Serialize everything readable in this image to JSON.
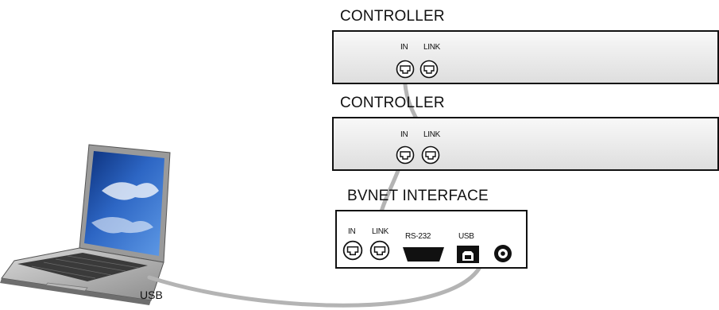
{
  "units": [
    {
      "title": "CONTROLLER",
      "ports": [
        "IN",
        "LINK"
      ]
    },
    {
      "title": "CONTROLLER",
      "ports": [
        "IN",
        "LINK"
      ]
    },
    {
      "title": "BVNET INTERFACE",
      "ports": [
        "IN",
        "LINK",
        "RS-232",
        "USB"
      ]
    }
  ],
  "laptop": {
    "port_label": "USB"
  },
  "colors": {
    "cable": "#b4b4b4",
    "panel_border": "#111111",
    "panel_fill": "#e6e6e6"
  },
  "icons": [
    "laptop-icon",
    "rj45-port-icon",
    "rs232-port-icon",
    "usb-b-port-icon",
    "power-jack-icon"
  ]
}
